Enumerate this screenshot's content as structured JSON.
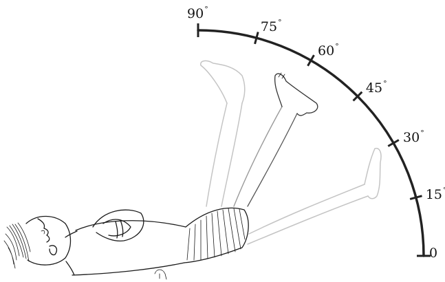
{
  "scale": {
    "angles": [
      90,
      75,
      60,
      45,
      30,
      15,
      0
    ],
    "labels": [
      "90",
      "75",
      "60",
      "45",
      "30",
      "15",
      "0"
    ],
    "degree_symbol": "°"
  },
  "figure": {
    "icon": "person-supine-leg-raise-icon",
    "leg_positions_deg": [
      90,
      70,
      20
    ]
  },
  "colors": {
    "ink": "#1a1a1a",
    "ghost": "#c4c4c4",
    "ghost_mid": "#9a9a9a",
    "arc": "#222222"
  }
}
